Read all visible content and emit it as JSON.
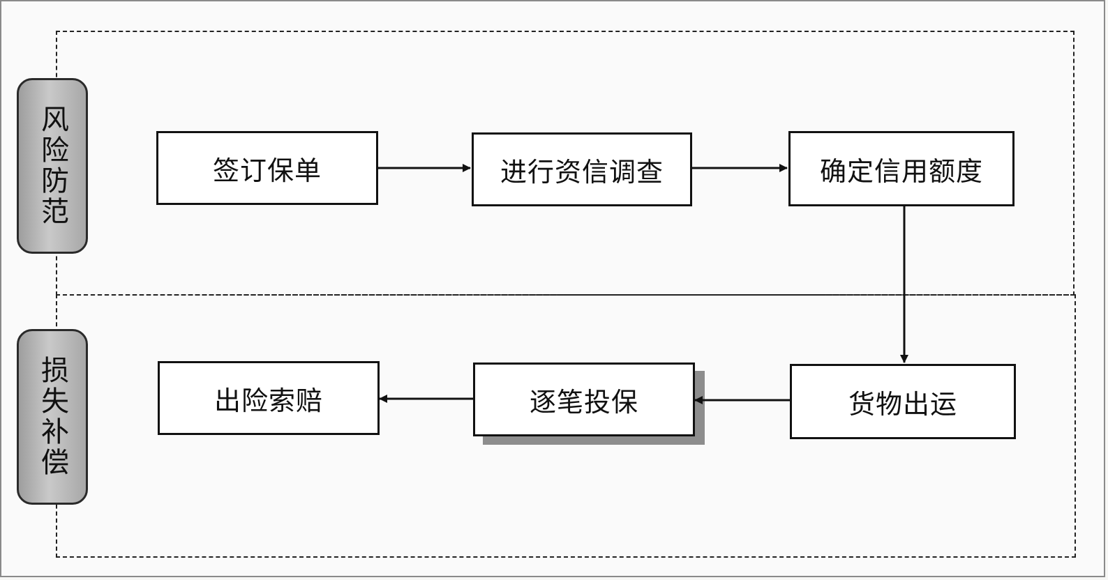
{
  "zones": [
    {
      "label": "风险防范"
    },
    {
      "label": "损失补偿"
    }
  ],
  "nodes": {
    "sign_policy": "签订保单",
    "credit_investigation": "进行资信调查",
    "determine_credit_limit": "确定信用额度",
    "goods_shipment": "货物出运",
    "insure_each_shipment": "逐笔投保",
    "file_claim": "出险索赔"
  },
  "edges": [
    {
      "from": "sign_policy",
      "to": "credit_investigation"
    },
    {
      "from": "credit_investigation",
      "to": "determine_credit_limit"
    },
    {
      "from": "determine_credit_limit",
      "to": "goods_shipment"
    },
    {
      "from": "goods_shipment",
      "to": "insure_each_shipment"
    },
    {
      "from": "insure_each_shipment",
      "to": "file_claim"
    }
  ],
  "colors": {
    "line": "#111111",
    "label_fill": "#b5b5b5",
    "shadow": "#8d8d8d"
  }
}
